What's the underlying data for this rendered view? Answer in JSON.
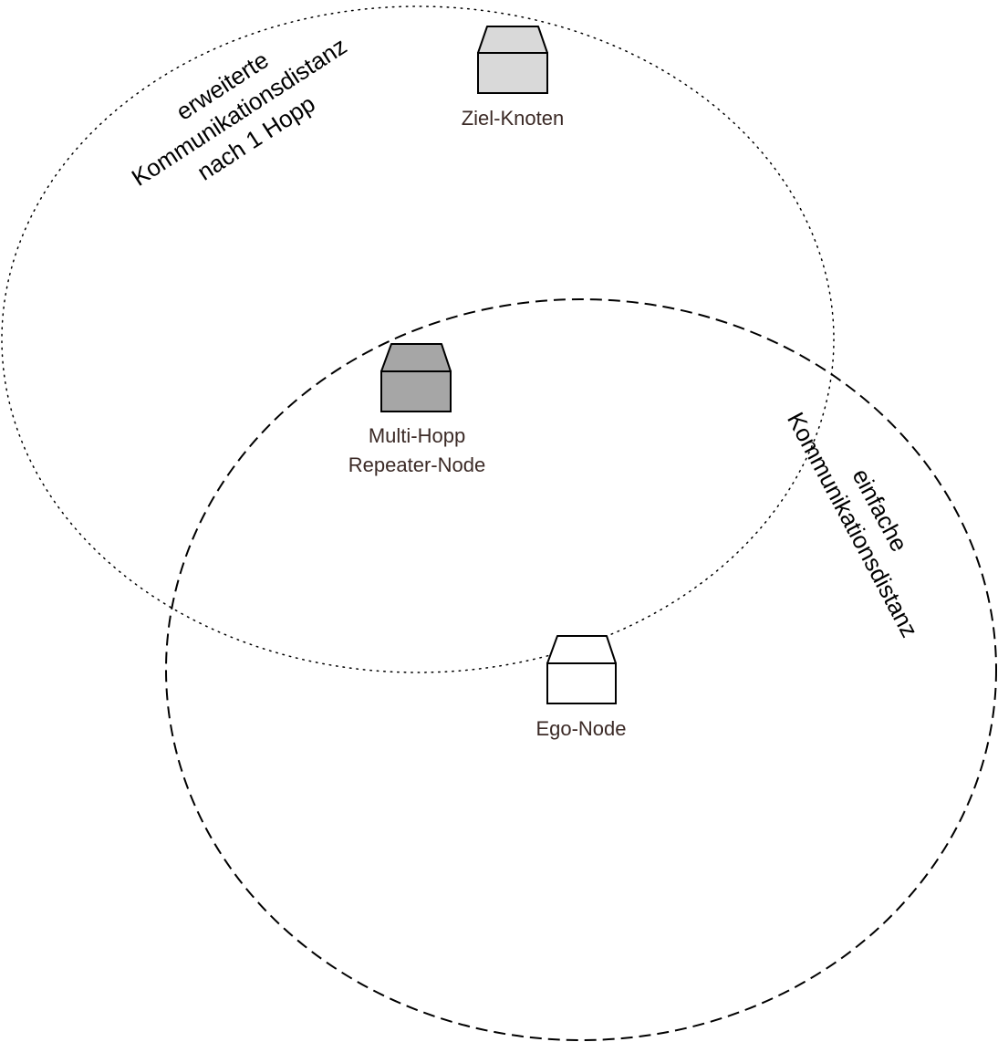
{
  "nodes": {
    "target": {
      "label": "Ziel-Knoten",
      "fill": "#d9d9d9"
    },
    "repeater": {
      "label_line1": "Multi-Hopp",
      "label_line2": "Repeater-Node",
      "fill": "#a6a6a6"
    },
    "ego": {
      "label": "Ego-Node",
      "fill": "#ffffff"
    }
  },
  "ranges": {
    "extended": {
      "line1": "erweiterte",
      "line2": "Kommunikationsdistanz",
      "line3": "nach 1 Hopp",
      "style": "dotted"
    },
    "simple": {
      "line1": "einfache",
      "line2": "Kommunikationsdistanz",
      "style": "dashed"
    }
  },
  "colors": {
    "stroke": "#000000",
    "node_label": "#3b2a26"
  }
}
